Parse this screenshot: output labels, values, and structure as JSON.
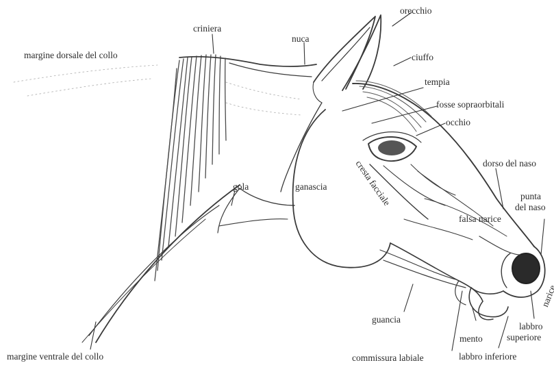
{
  "diagram": {
    "colors": {
      "ink": "#2b2b2b",
      "paper": "#ffffff",
      "shade": "#6a6a6a"
    },
    "labels": {
      "orecchio": "orecchio",
      "criniera": "criniera",
      "nuca": "nuca",
      "margine_dorsale": "margine dorsale del collo",
      "ciuffo": "ciuffo",
      "tempia": "tempia",
      "fosse_sopraorbitali": "fosse sopraorbitali",
      "occhio": "occhio",
      "cresta_facciale": "cresta facciale",
      "dorso_del_naso": "dorso del naso",
      "gola": "gola",
      "ganascia": "ganascia",
      "punta_del_naso_1": "punta",
      "punta_del_naso_2": "del naso",
      "falsa_narice": "falsa narice",
      "narice": "narice",
      "guancia": "guancia",
      "labbro_superiore_1": "labbro",
      "labbro_superiore_2": "superiore",
      "mento": "mento",
      "margine_ventrale": "margine ventrale del collo",
      "commissura_labiale": "commissura labiale",
      "labbro_inferiore": "labbro inferiore"
    }
  }
}
